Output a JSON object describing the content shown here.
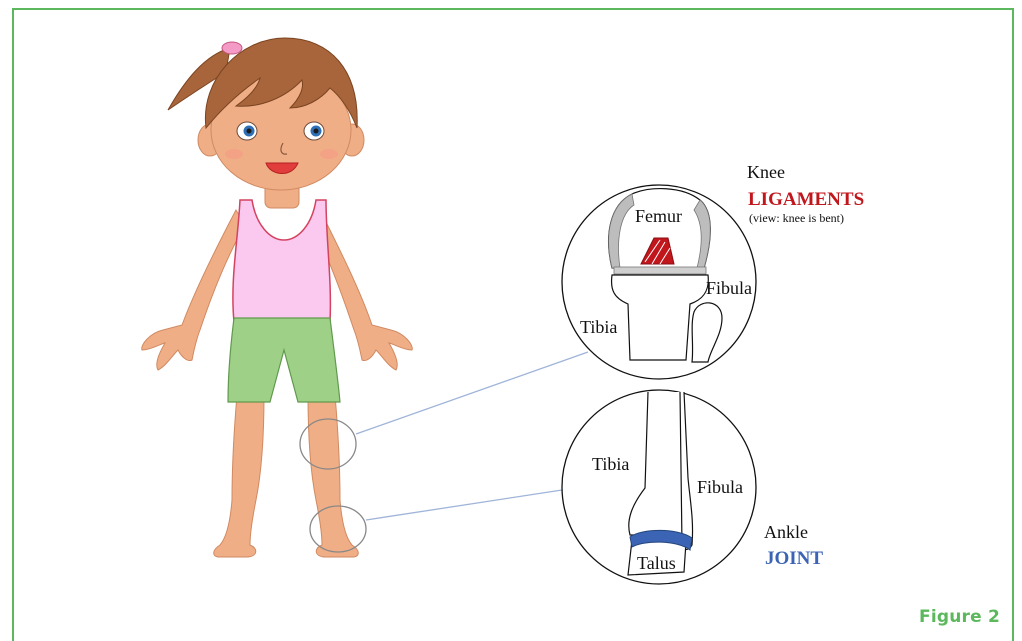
{
  "figure_label": "Figure 2",
  "knee": {
    "title": "Knee",
    "subtitle": "LIGAMENTS",
    "note": "(view: knee is bent)",
    "labels": {
      "femur": "Femur",
      "fibula": "Fibula",
      "tibia": "Tibia"
    }
  },
  "ankle": {
    "title": "Ankle",
    "subtitle": "JOINT",
    "labels": {
      "tibia": "Tibia",
      "fibula": "Fibula",
      "talus": "Talus"
    }
  },
  "colors": {
    "frame": "#5cb85c",
    "ligaments": "#c0161c",
    "joint": "#3c64b4",
    "skin": "#f0ae86",
    "hair": "#a8643a",
    "top": "#fbc8f0",
    "shorts": "#9fd087"
  }
}
